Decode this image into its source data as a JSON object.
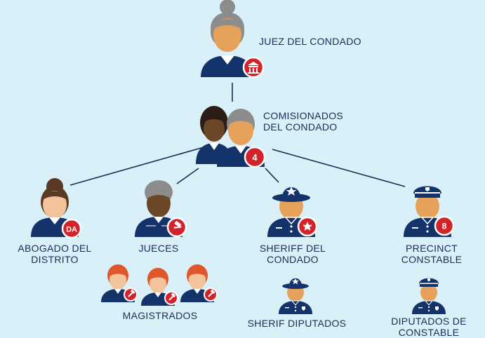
{
  "nodes": {
    "county_judge": {
      "label": "JUEZ DEL CONDADO"
    },
    "commissioners": {
      "label_line1": "COMISIONADOS",
      "label_line2": "DEL CONDADO",
      "badge": "4"
    },
    "district_attorney": {
      "label_line1": "ABOGADO DEL",
      "label_line2": "DISTRITO",
      "badge": "DA"
    },
    "judges": {
      "label": "JUECES"
    },
    "sheriff": {
      "label_line1": "SHERIFF DEL",
      "label_line2": "CONDADO"
    },
    "precinct_constable": {
      "label_line1": "PRECINCT",
      "label_line2": "CONSTABLE",
      "badge": "8"
    },
    "magistrates": {
      "label": "MAGISTRADOS"
    },
    "sheriff_deputies": {
      "label": "SHERIF DIPUTADOS"
    },
    "constable_deputies": {
      "label_line1": "DIPUTADOS DE",
      "label_line2": "CONSTABLE"
    }
  },
  "colors": {
    "background": "#d9f0f8",
    "navy": "#15336b",
    "badge_red": "#d2232a",
    "skin_tan": "#e6a25a",
    "skin_light": "#f3c49c",
    "skin_dark": "#6b4728",
    "hair_gray": "#8c8c8c",
    "hair_dark": "#2b1d16",
    "hair_brown": "#5a3a24",
    "hair_red": "#e0572b",
    "connector": "#1a2c55",
    "text": "#1a2c55"
  },
  "icons": {
    "judge_badge": "courthouse-icon",
    "gavel_badge": "gavel-icon",
    "sheriff_badge": "star-icon",
    "deputy_badge": "shield-icon"
  }
}
